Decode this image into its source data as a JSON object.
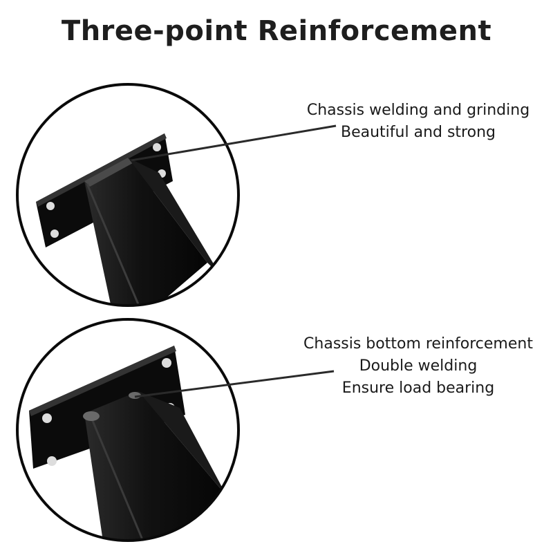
{
  "title": "Three-point Reinforcement",
  "colors": {
    "metal": "#0d0d0d",
    "metal_highlight": "#3a3a3a",
    "leader_line": "#2a2a2a",
    "circle_border": "#0a0a0a"
  },
  "callouts": [
    {
      "lines": [
        "Chassis welding and grinding",
        "Beautiful and strong"
      ]
    },
    {
      "lines": [
        "Chassis bottom reinforcement",
        "Double welding",
        "Ensure load bearing"
      ]
    }
  ]
}
